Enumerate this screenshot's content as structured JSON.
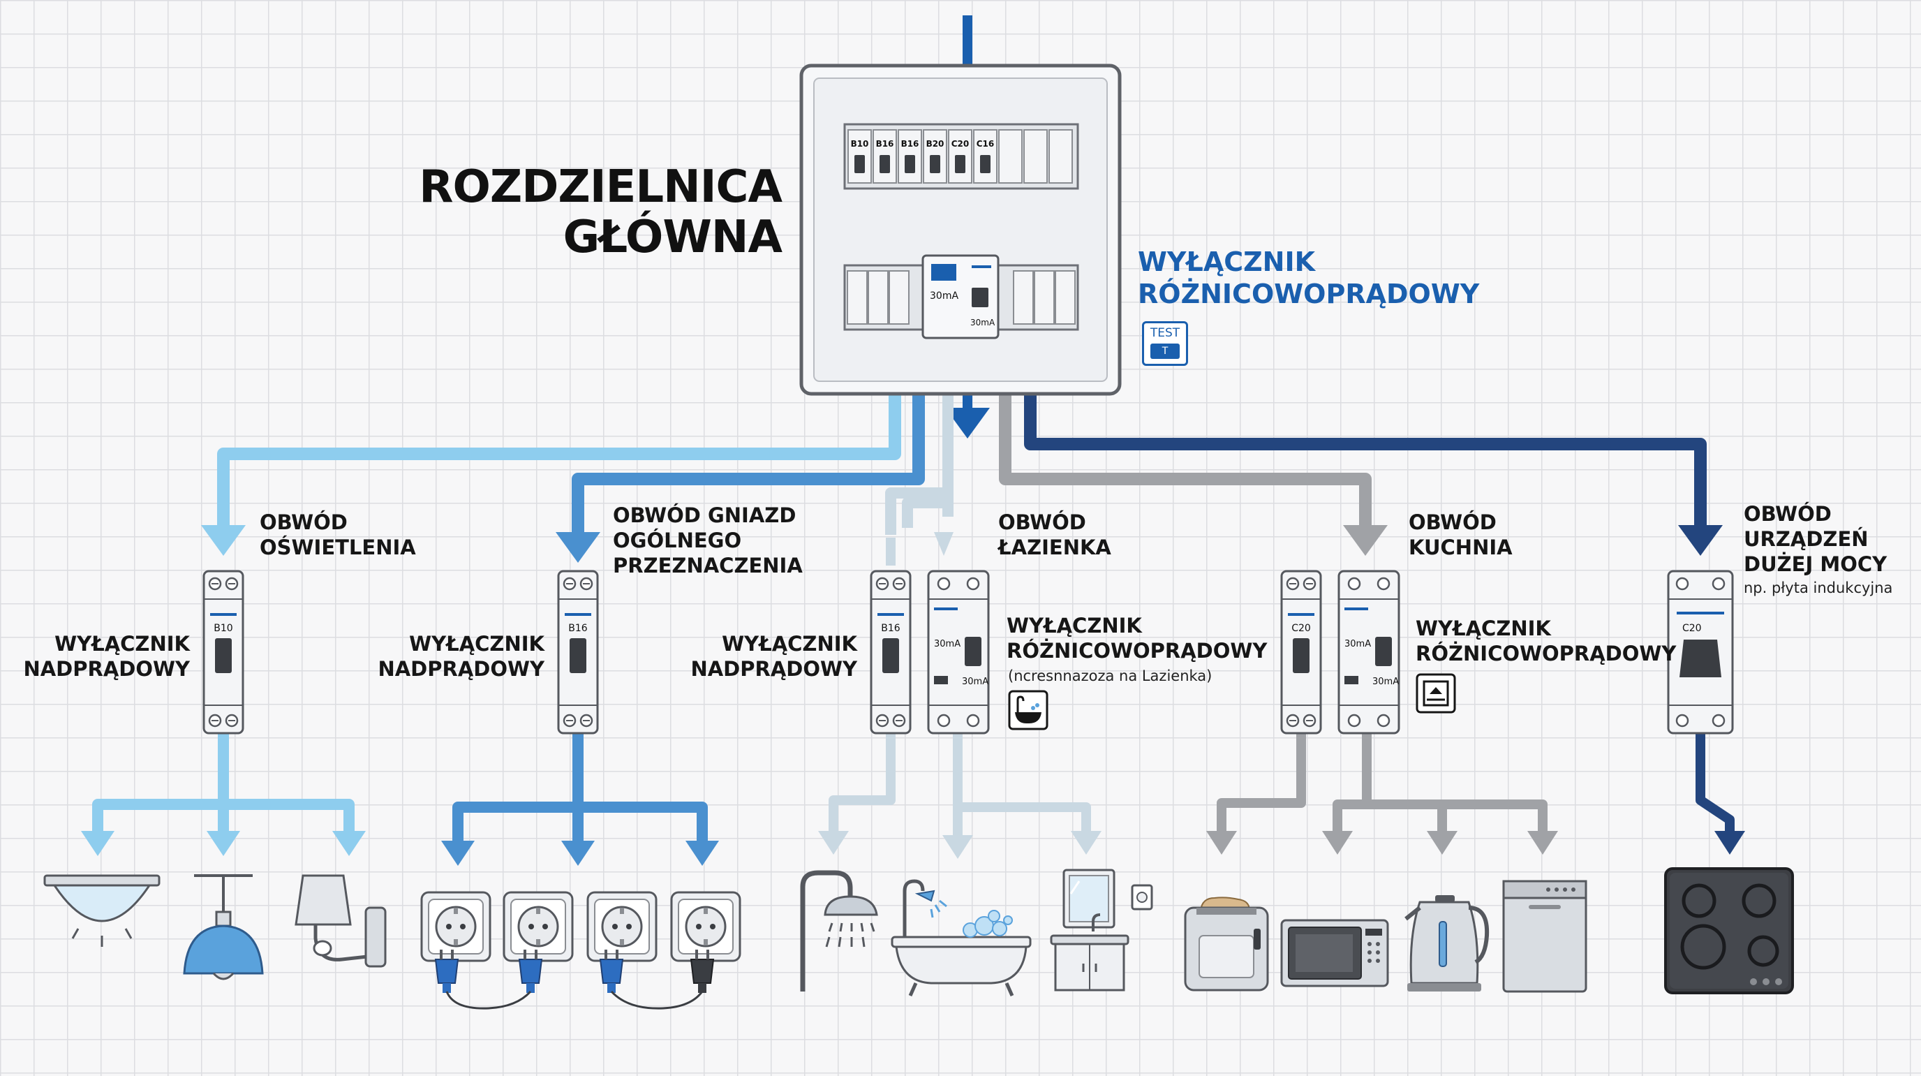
{
  "panel": {
    "title": "ROZDZIELNICA\nGŁÓWNA",
    "breaker_ratings": [
      "B10",
      "B16",
      "B16",
      "B20",
      "C20",
      "C16"
    ],
    "rcd_rating": "30mA",
    "rcd_rating_small": "30mA"
  },
  "main_rcd": {
    "label": "WYŁĄCZNIK\nRÓŻNICOWOPRĄDOWY",
    "test_label": "TEST",
    "test_button": "T"
  },
  "circuits": [
    {
      "id": "lighting",
      "name": "OBWÓD\nOŚWIETLENIA",
      "color": "#8ecdee",
      "breaker_label": "WYŁĄCZNIK\nNADPRĄDOWY",
      "breaker_rating": "B10",
      "devices": [
        "ceiling-lamp",
        "pendant-lamp",
        "wall-sconce"
      ]
    },
    {
      "id": "sockets",
      "name": "OBWÓD GNIAZD\nOGÓLNEGO\nPRZEZNACZENIA",
      "color": "#4a90cf",
      "breaker_label": "WYŁĄCZNIK\nNADPRĄDOWY",
      "breaker_rating": "B16",
      "devices": [
        "socket",
        "socket",
        "socket",
        "socket"
      ]
    },
    {
      "id": "bathroom",
      "name": "OBWÓD\nŁAZIENKA",
      "color": "#c9d8e2",
      "breaker_label": "WYŁĄCZNIK\nNADPRĄDOWY",
      "breaker_rating": "B16",
      "rcd_label": "WYŁĄCZNIK\nRÓŻNICOWOPRĄDOWY",
      "rcd_note": "(ncresnnazoza na Lazienka)",
      "rcd_rating": "30mA",
      "rcd_rating_small": "30mA",
      "devices": [
        "shower",
        "bathtub",
        "vanity"
      ]
    },
    {
      "id": "kitchen",
      "name": "OBWÓD\nKUCHNIA",
      "color": "#a0a2a6",
      "breaker_label": "",
      "breaker_rating": "C20",
      "rcd_label": "WYŁĄCZNIK\nRÓŻNICOWOPRĄDOWY",
      "rcd_rating": "30mA",
      "rcd_rating_small": "30mA",
      "devices": [
        "toaster",
        "microwave",
        "kettle",
        "dishwasher"
      ]
    },
    {
      "id": "high_power",
      "name": "OBWÓD\nURZĄDZEŃ\nDUŻEJ MOCY",
      "note": "np. płyta indukcyjna",
      "color": "#23457e",
      "breaker_rating": "C20",
      "devices": [
        "induction-hob"
      ]
    }
  ],
  "colors": {
    "feed_blue": "#1a5fae",
    "panel_border": "#5f6268",
    "panel_fill": "#eef0f3"
  }
}
